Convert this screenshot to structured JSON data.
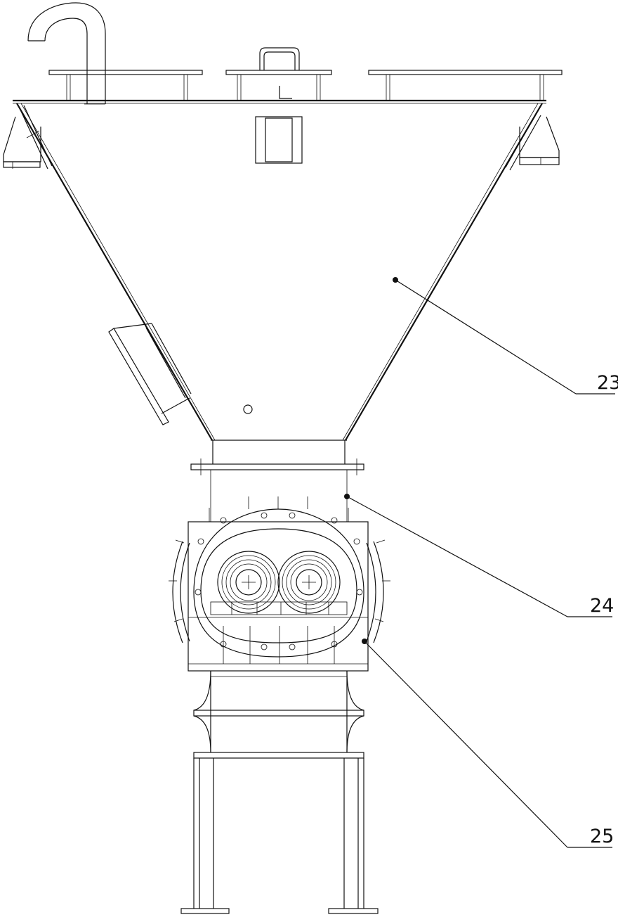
{
  "diagram": {
    "callouts": [
      {
        "id": "callout-23",
        "label": "23"
      },
      {
        "id": "callout-24",
        "label": "24"
      },
      {
        "id": "callout-25",
        "label": "25"
      }
    ]
  }
}
